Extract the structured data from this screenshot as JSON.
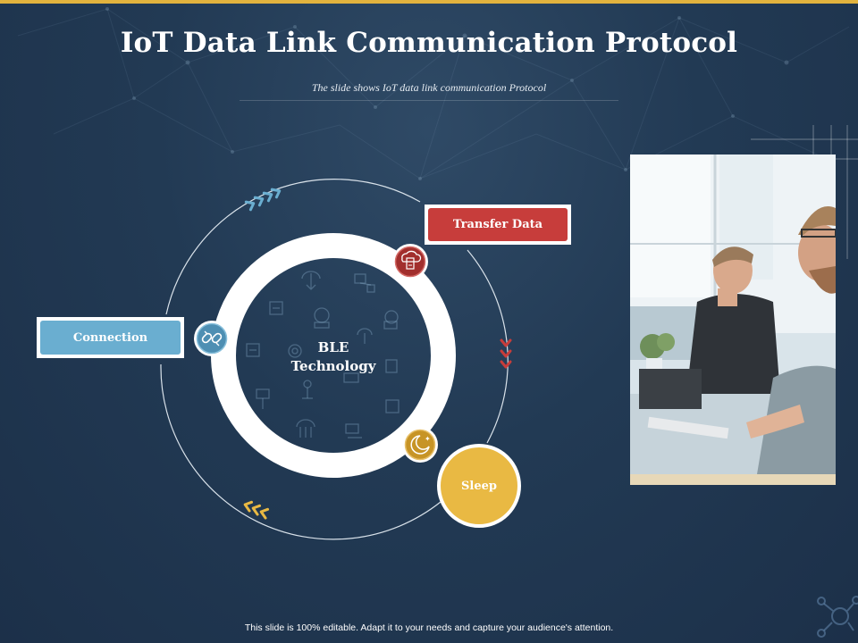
{
  "slide": {
    "title": "IoT Data Link Communication Protocol",
    "subtitle": "The slide shows IoT data link communication Protocol",
    "footer": "This slide is 100% editable. Adapt it to your needs and capture your audience's attention."
  },
  "diagram": {
    "center_line1": "BLE",
    "center_line2": "Technology",
    "nodes": [
      {
        "label": "Connection",
        "icon": "chain-link-icon",
        "color": "#6aaed0"
      },
      {
        "label": "Transfer Data",
        "icon": "cloud-server-icon",
        "color": "#c73d3b"
      },
      {
        "label": "Sleep",
        "icon": "moon-stars-icon",
        "color": "#e9b943"
      }
    ]
  },
  "colors": {
    "background": "#223a54",
    "accent_gold": "#e2b33e",
    "arrow_blue": "#6aaed0",
    "arrow_red": "#c73d3b",
    "arrow_yellow": "#e9b943"
  },
  "photo": {
    "description_icon": "office-workers-photo"
  }
}
